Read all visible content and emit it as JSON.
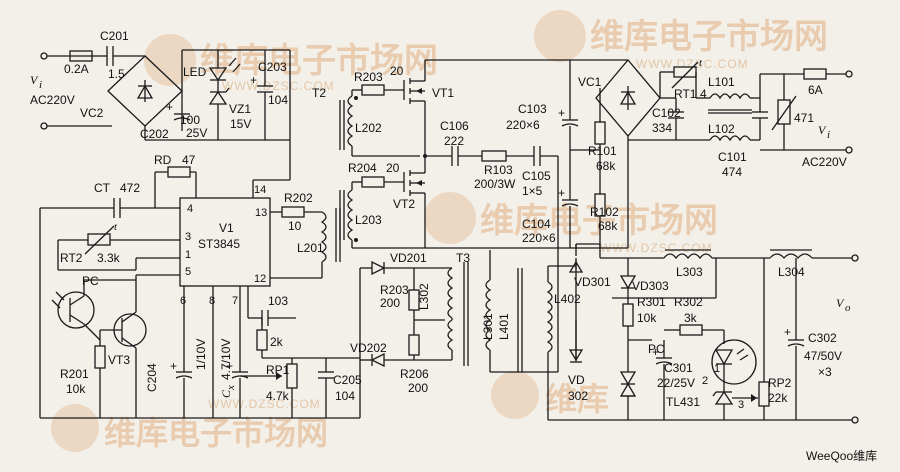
{
  "labels": {
    "vi_left": "V",
    "vi_left_sub": "i",
    "ac_left": "AC220V",
    "fuse_left": "0.2A",
    "c201": "C201",
    "c201_val": "1.5",
    "led": "LED",
    "c203": "C203",
    "c203_val": "104",
    "vc2": "VC2",
    "vz1": "VZ1",
    "vz1_val": "15V",
    "c202": "C202",
    "c202_val": "100",
    "c202_v": "25V",
    "rd": "RD",
    "rd_val": "47",
    "ct": "CT",
    "ct_val": "472",
    "v1": "V1",
    "ic": "ST3845",
    "pin13": "13",
    "pin14": "14",
    "pin12": "12",
    "pin4": "4",
    "pin3": "3",
    "pin1": "1",
    "pin5": "5",
    "pin6": "6",
    "pin8": "8",
    "pin7": "7",
    "rt2": "RT2",
    "rt2_val": "3.3k",
    "t_mark": "t",
    "pc": "PC",
    "vt3": "VT3",
    "r201": "R201",
    "r201_val": "10k",
    "c204": "C204",
    "c204_val": "1/10V",
    "cx": "C",
    "cx_sub": "x",
    "cx_val": "4.7/10V",
    "r202": "R202",
    "r202_val": "10",
    "l201": "L201",
    "c103_small": "103",
    "r2k": "2k",
    "rp1": "RP1",
    "rp1_val": "4.7k",
    "c205": "C205",
    "c205_val": "104",
    "t2": "T2",
    "l202": "L202",
    "l203": "L203",
    "r203a": "R203",
    "r203a_val": "20",
    "r204": "R204",
    "r204_val": "20",
    "vt1": "VT1",
    "vt2": "VT2",
    "c106": "C106",
    "c106_val": "222",
    "r103": "R103",
    "r103_val": "200/3W",
    "c105": "C105",
    "c105_val": "1×5",
    "c103": "C103",
    "c103_val": "220×6",
    "c104": "C104",
    "c104_val": "220×6",
    "r101": "R101",
    "r101_val": "68k",
    "r102": "R102",
    "r102_val": "68k",
    "vc1": "VC1",
    "rt1": "RT1",
    "c102": "C102",
    "c102_val": "334",
    "l101": "L101",
    "l102": "L102",
    "num4": "4",
    "c101": "C101",
    "c101_val": "474",
    "fuse_right": "6A",
    "var471": "471",
    "vi_right": "V",
    "vi_right_sub": "i",
    "ac_right": "AC220V",
    "vd201": "VD201",
    "t3": "T3",
    "r203b": "R203",
    "r203b_val": "200",
    "l302": "L302",
    "vd202": "VD202",
    "r206": "R206",
    "r206_val": "200",
    "l301": "L301",
    "l401": "L401",
    "l402": "L402",
    "vd301": "VD301",
    "vd302": "VD",
    "vd302_b": "302",
    "l303": "L303",
    "l304": "L304",
    "vd303": "VD303",
    "r301": "R301",
    "r301_val": "10k",
    "r302": "R302",
    "r302_val": "3k",
    "pc2": "PC",
    "c301": "C301",
    "c301_val": "22/25V",
    "tl431": "TL431",
    "num1": "1",
    "num2": "2",
    "num3": "3",
    "rp2": "RP2",
    "rp2_val": "22k",
    "c302": "C302",
    "c302_val": "47/50V",
    "c302_mult": "×3",
    "vo": "V",
    "vo_sub": "o",
    "wm_site": "维库电子市场网",
    "wm_url": "WWW.DZSC.COM",
    "wm_brand": "维库",
    "footer": "WeeQoo维库"
  },
  "colors": {
    "line": "#1a1a1a",
    "paper": "#f3f0ea",
    "watermark": "#e8c9a9"
  }
}
